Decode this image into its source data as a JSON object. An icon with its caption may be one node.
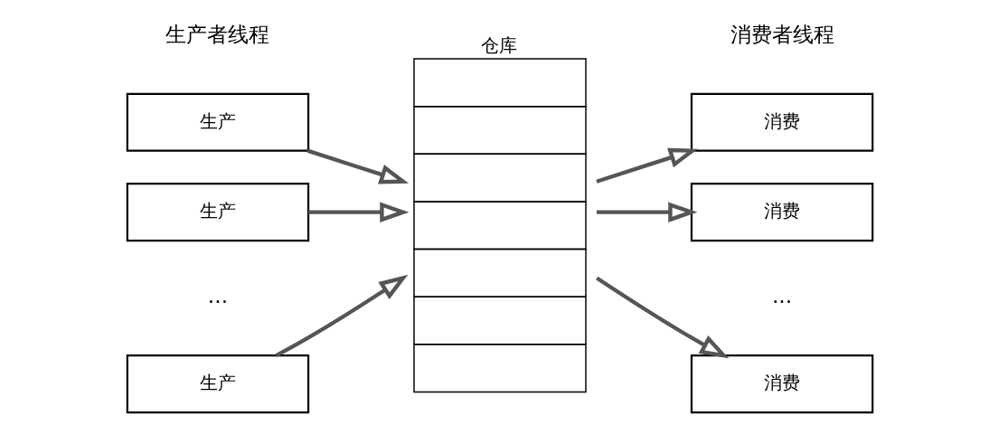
{
  "diagram": {
    "nodes": [
      {
        "text": [
          "生产"
        ]
      },
      {
        "text": [
          "生产"
        ]
      },
      {
        "text": [
          "生产"
        ]
      },
      {
        "text": [
          "仓库"
        ]
      },
      {
        "text": [
          "消费"
        ]
      },
      {
        "text": [
          "消费"
        ]
      },
      {
        "text": [
          "消费"
        ]
      }
    ],
    "edges": [
      {
        "from": 0,
        "to": 3,
        "arrow": "to"
      },
      {
        "from": 1,
        "to": 3,
        "arrow": "to"
      },
      {
        "from": 2,
        "to": 3,
        "arrow": "to"
      },
      {
        "from": 3,
        "to": 4,
        "arrow": "to"
      },
      {
        "from": 3,
        "to": 5,
        "arrow": "to"
      },
      {
        "from": 3,
        "to": 6,
        "arrow": "to"
      }
    ],
    "labels": [
      "生产者线程",
      "消费者线程",
      "...",
      "..."
    ]
  }
}
